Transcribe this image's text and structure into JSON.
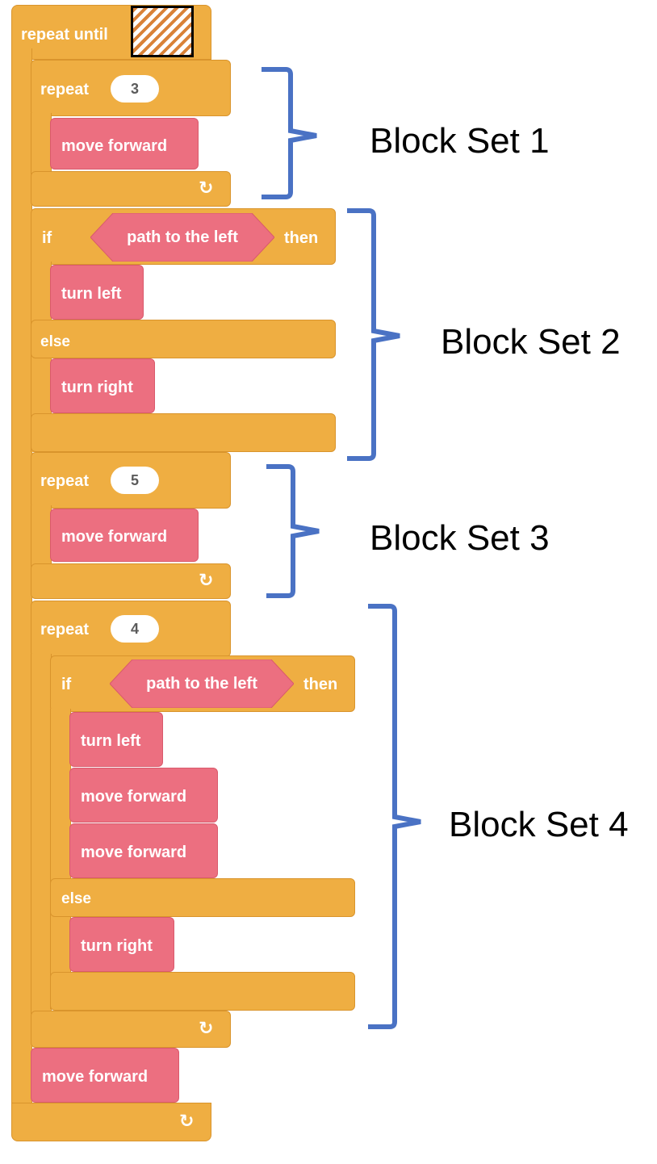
{
  "script": {
    "repeat_until_label": "repeat until",
    "repeat_label": "repeat",
    "if_label": "if",
    "then_label": "then",
    "else_label": "else",
    "condition_label": "path to the left",
    "move_forward_label": "move forward",
    "turn_left_label": "turn left",
    "turn_right_label": "turn right",
    "loop_arrow_glyph": "↻",
    "counts": {
      "set1": "3",
      "set3": "5",
      "set4": "4"
    }
  },
  "annotations": {
    "set1": "Block Set 1",
    "set2": "Block Set 2",
    "set3": "Block Set 3",
    "set4": "Block Set 4"
  },
  "colors": {
    "control_block": "#efae42",
    "motion_block": "#ec6f80",
    "hatch": "#d98238",
    "bracket": "#4a72c4"
  }
}
